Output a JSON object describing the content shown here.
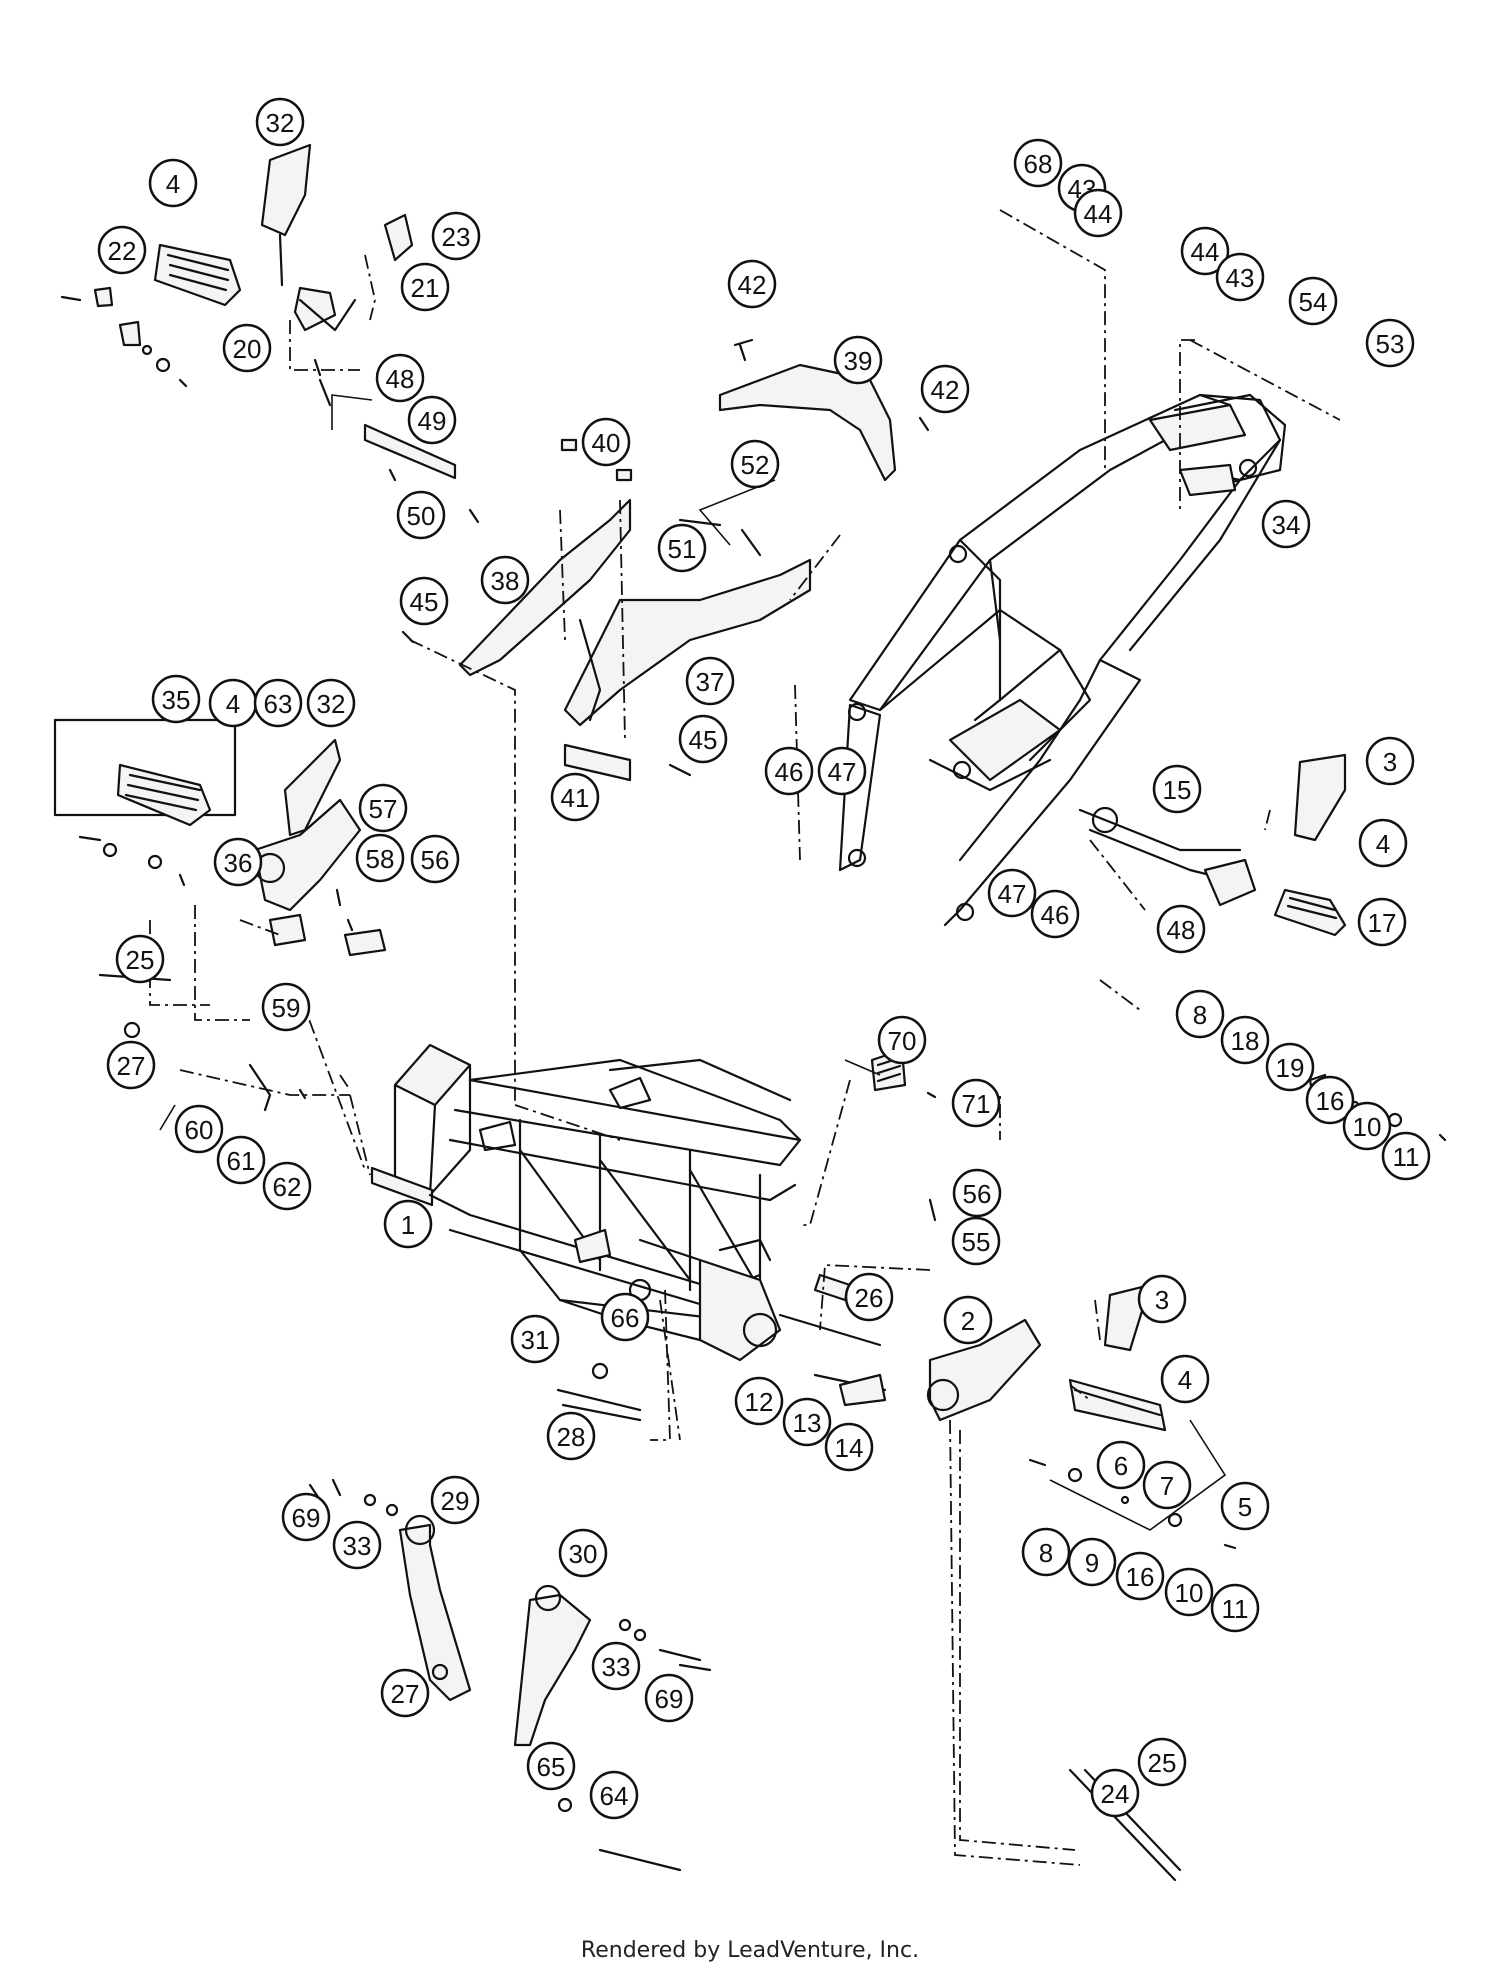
{
  "footer": {
    "text": "Rendered by LeadVenture, Inc."
  },
  "callouts": [
    "32",
    "4",
    "22",
    "23",
    "21",
    "20",
    "48",
    "49",
    "50",
    "68",
    "43",
    "44",
    "44",
    "43",
    "54",
    "53",
    "42",
    "39",
    "42",
    "40",
    "52",
    "51",
    "38",
    "45",
    "37",
    "45",
    "41",
    "34",
    "46",
    "47",
    "3",
    "15",
    "4",
    "17",
    "47",
    "46",
    "48",
    "35",
    "4",
    "63",
    "32",
    "57",
    "58",
    "56",
    "36",
    "25",
    "59",
    "27",
    "8",
    "18",
    "19",
    "16",
    "10",
    "11",
    "70",
    "71",
    "60",
    "61",
    "62",
    "1",
    "56",
    "55",
    "26",
    "66",
    "31",
    "28",
    "2",
    "3",
    "4",
    "12",
    "13",
    "14",
    "6",
    "7",
    "5",
    "69",
    "33",
    "29",
    "30",
    "27",
    "33",
    "69",
    "8",
    "9",
    "16",
    "10",
    "11",
    "65",
    "64",
    "25",
    "24"
  ]
}
